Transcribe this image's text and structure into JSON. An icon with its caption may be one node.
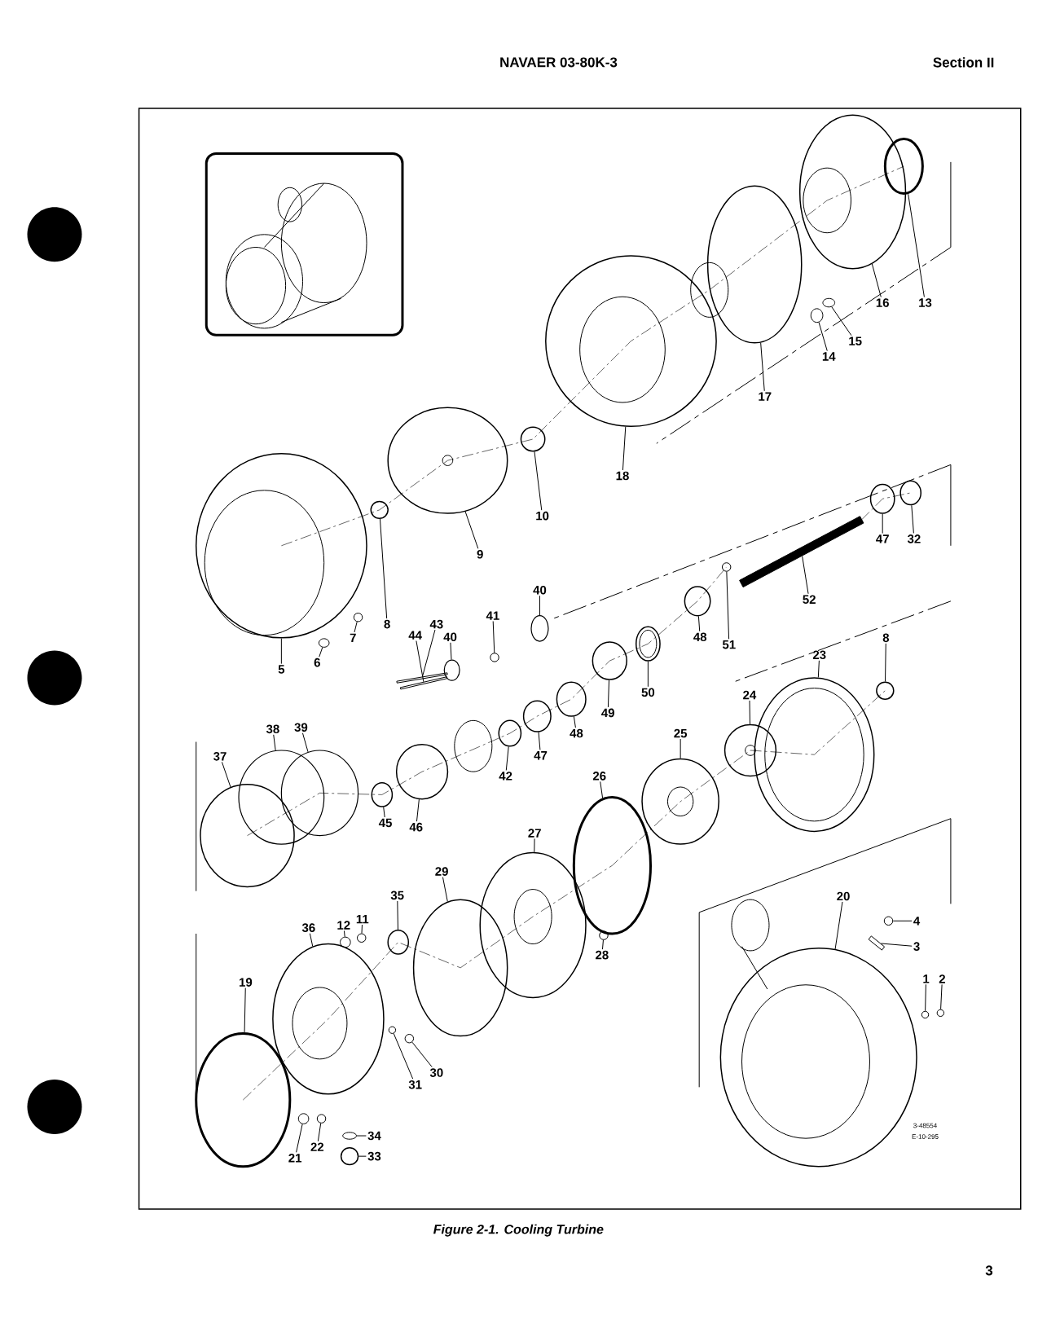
{
  "diagram": {
    "caption": "Figure 2-1. Cooling Turbine",
    "nodes": [
      {
        "text": [
          "13"
        ]
      },
      {
        "text": [
          "16"
        ]
      },
      {
        "text": [
          "15"
        ]
      },
      {
        "text": [
          "14"
        ]
      },
      {
        "text": [
          "17"
        ]
      },
      {
        "text": [
          "18"
        ]
      },
      {
        "text": [
          "10"
        ]
      },
      {
        "text": [
          "9"
        ]
      },
      {
        "text": [
          "8"
        ]
      },
      {
        "text": [
          "7"
        ]
      },
      {
        "text": [
          "6"
        ]
      },
      {
        "text": [
          "5"
        ]
      },
      {
        "text": [
          "32"
        ]
      },
      {
        "text": [
          "47"
        ]
      },
      {
        "text": [
          "52"
        ]
      },
      {
        "text": [
          "40"
        ]
      },
      {
        "text": [
          "41"
        ]
      },
      {
        "text": [
          "51"
        ]
      },
      {
        "text": [
          "40"
        ]
      },
      {
        "text": [
          "43"
        ]
      },
      {
        "text": [
          "44"
        ]
      },
      {
        "text": [
          "48"
        ]
      },
      {
        "text": [
          "50"
        ]
      },
      {
        "text": [
          "49"
        ]
      },
      {
        "text": [
          "48"
        ]
      },
      {
        "text": [
          "47"
        ]
      },
      {
        "text": [
          "42"
        ]
      },
      {
        "text": [
          "39"
        ]
      },
      {
        "text": [
          "38"
        ]
      },
      {
        "text": [
          "37"
        ]
      },
      {
        "text": [
          "45"
        ]
      },
      {
        "text": [
          "46"
        ]
      },
      {
        "text": [
          "23"
        ]
      },
      {
        "text": [
          "8"
        ]
      },
      {
        "text": [
          "24"
        ]
      },
      {
        "text": [
          "25"
        ]
      },
      {
        "text": [
          "26"
        ]
      },
      {
        "text": [
          "27"
        ]
      },
      {
        "text": [
          "29"
        ]
      },
      {
        "text": [
          "35"
        ]
      },
      {
        "text": [
          "12"
        ]
      },
      {
        "text": [
          "11"
        ]
      },
      {
        "text": [
          "36"
        ]
      },
      {
        "text": [
          "20"
        ]
      },
      {
        "text": [
          "4"
        ]
      },
      {
        "text": [
          "3"
        ]
      },
      {
        "text": [
          "19"
        ]
      },
      {
        "text": [
          "1"
        ]
      },
      {
        "text": [
          "2"
        ]
      },
      {
        "text": [
          "28"
        ]
      },
      {
        "text": [
          "30"
        ]
      },
      {
        "text": [
          "31"
        ]
      },
      {
        "text": [
          "21"
        ]
      },
      {
        "text": [
          "22"
        ]
      },
      {
        "text": [
          "34"
        ]
      },
      {
        "text": [
          "33"
        ]
      },
      {
        "text": [],
        "shape": "circle"
      },
      {
        "text": [],
        "shape": "circle"
      },
      {
        "text": [],
        "shape": "circle"
      },
      {
        "text": [],
        "shape": "circle"
      },
      {
        "text": [],
        "shape": "circle"
      },
      {
        "text": [],
        "shape": "circle"
      },
      {
        "text": [],
        "shape": "circle"
      },
      {
        "text": [],
        "shape": "circle"
      },
      {
        "text": [],
        "shape": "circle"
      },
      {
        "text": [],
        "shape": "circle"
      },
      {
        "text": [],
        "shape": "circle"
      },
      {
        "text": [],
        "shape": "circle"
      },
      {
        "text": [],
        "shape": "circle"
      },
      {
        "text": [],
        "shape": "circle"
      },
      {
        "text": [],
        "shape": "bar"
      },
      {
        "text": [],
        "shape": "circle"
      },
      {
        "text": [],
        "shape": "circle"
      },
      {
        "text": [],
        "shape": "circle"
      },
      {
        "text": [],
        "shape": "circle"
      },
      {
        "text": [],
        "shape": "bar"
      },
      {
        "text": [],
        "shape": "bar"
      },
      {
        "text": [],
        "shape": "circle"
      },
      {
        "text": [],
        "shape": "circle"
      },
      {
        "text": [],
        "shape": "circle"
      },
      {
        "text": [],
        "shape": "circle"
      },
      {
        "text": [],
        "shape": "circle"
      },
      {
        "text": [],
        "shape": "circle"
      },
      {
        "text": [],
        "shape": "circle"
      },
      {
        "text": [],
        "shape": "circle"
      },
      {
        "text": [],
        "shape": "circle"
      },
      {
        "text": [],
        "shape": "circle"
      },
      {
        "text": [],
        "shape": "circle"
      },
      {
        "text": [],
        "shape": "circle"
      },
      {
        "text": [],
        "shape": "circle"
      },
      {
        "text": [],
        "shape": "circle"
      },
      {
        "text": [],
        "shape": "circle"
      },
      {
        "text": [],
        "shape": "circle"
      },
      {
        "text": [],
        "shape": "circle"
      },
      {
        "text": [],
        "shape": "circle"
      },
      {
        "text": [],
        "shape": "circle"
      },
      {
        "text": [],
        "shape": "circle"
      },
      {
        "text": [],
        "shape": "circle"
      },
      {
        "text": [],
        "shape": "circle"
      },
      {
        "text": [],
        "shape": "circle"
      },
      {
        "text": [],
        "shape": "circle"
      },
      {
        "text": [],
        "shape": "bar"
      },
      {
        "text": [],
        "shape": "circle"
      },
      {
        "text": [],
        "shape": "circle"
      },
      {
        "text": [],
        "shape": "circle"
      },
      {
        "text": [],
        "shape": "circle"
      },
      {
        "text": [],
        "shape": "circle"
      },
      {
        "text": [],
        "shape": "circle"
      },
      {
        "text": [],
        "shape": "circle"
      },
      {
        "text": [],
        "shape": "circle"
      },
      {
        "text": [],
        "shape": "circle"
      },
      {
        "text": [],
        "shape": "circle"
      }
    ],
    "edges": [
      {
        "from": 0,
        "to": 56,
        "arrow": "none"
      },
      {
        "from": 1,
        "to": 57,
        "arrow": "none"
      },
      {
        "from": 2,
        "to": 58,
        "arrow": "none"
      },
      {
        "from": 3,
        "to": 59,
        "arrow": "none"
      },
      {
        "from": 4,
        "to": 60,
        "arrow": "none"
      },
      {
        "from": 5,
        "to": 61,
        "arrow": "none"
      },
      {
        "from": 6,
        "to": 62,
        "arrow": "none"
      },
      {
        "from": 7,
        "to": 63,
        "arrow": "none"
      },
      {
        "from": 8,
        "to": 64,
        "arrow": "none"
      },
      {
        "from": 9,
        "to": 65,
        "arrow": "none"
      },
      {
        "from": 10,
        "to": 66,
        "arrow": "none"
      },
      {
        "from": 11,
        "to": 67,
        "arrow": "none"
      },
      {
        "from": 12,
        "to": 68,
        "arrow": "none"
      },
      {
        "from": 13,
        "to": 69,
        "arrow": "none"
      },
      {
        "from": 14,
        "to": 70,
        "arrow": "none"
      },
      {
        "from": 15,
        "to": 71,
        "arrow": "none"
      },
      {
        "from": 16,
        "to": 72,
        "arrow": "none"
      },
      {
        "from": 17,
        "to": 73,
        "arrow": "none"
      },
      {
        "from": 18,
        "to": 74,
        "arrow": "none"
      },
      {
        "from": 19,
        "to": 75,
        "arrow": "none"
      },
      {
        "from": 20,
        "to": 76,
        "arrow": "none"
      },
      {
        "from": 21,
        "to": 77,
        "arrow": "none"
      },
      {
        "from": 22,
        "to": 78,
        "arrow": "none"
      },
      {
        "from": 23,
        "to": 79,
        "arrow": "none"
      },
      {
        "from": 24,
        "to": 80,
        "arrow": "none"
      },
      {
        "from": 25,
        "to": 81,
        "arrow": "none"
      },
      {
        "from": 26,
        "to": 82,
        "arrow": "none"
      },
      {
        "from": 27,
        "to": 83,
        "arrow": "none"
      },
      {
        "from": 28,
        "to": 84,
        "arrow": "none"
      },
      {
        "from": 29,
        "to": 85,
        "arrow": "none"
      },
      {
        "from": 30,
        "to": 86,
        "arrow": "none"
      },
      {
        "from": 31,
        "to": 87,
        "arrow": "none"
      },
      {
        "from": 32,
        "to": 88,
        "arrow": "none"
      },
      {
        "from": 33,
        "to": 89,
        "arrow": "none"
      },
      {
        "from": 34,
        "to": 90,
        "arrow": "none"
      },
      {
        "from": 35,
        "to": 91,
        "arrow": "none"
      },
      {
        "from": 36,
        "to": 92,
        "arrow": "none"
      },
      {
        "from": 37,
        "to": 93,
        "arrow": "none"
      },
      {
        "from": 38,
        "to": 94,
        "arrow": "none"
      },
      {
        "from": 39,
        "to": 95,
        "arrow": "none"
      },
      {
        "from": 40,
        "to": 96,
        "arrow": "none"
      },
      {
        "from": 41,
        "to": 97,
        "arrow": "none"
      },
      {
        "from": 42,
        "to": 98,
        "arrow": "none"
      },
      {
        "from": 43,
        "to": 99,
        "arrow": "none"
      },
      {
        "from": 44,
        "to": 100,
        "arrow": "none"
      },
      {
        "from": 45,
        "to": 101,
        "arrow": "none"
      },
      {
        "from": 46,
        "to": 102,
        "arrow": "none"
      },
      {
        "from": 47,
        "to": 103,
        "arrow": "none"
      },
      {
        "from": 48,
        "to": 104,
        "arrow": "none"
      },
      {
        "from": 49,
        "to": 105,
        "arrow": "none"
      },
      {
        "from": 50,
        "to": 106,
        "arrow": "none"
      },
      {
        "from": 51,
        "to": 107,
        "arrow": "none"
      },
      {
        "from": 52,
        "to": 108,
        "arrow": "none"
      },
      {
        "from": 53,
        "to": 109,
        "arrow": "none"
      },
      {
        "from": 54,
        "to": 110,
        "arrow": "none"
      },
      {
        "from": 55,
        "to": 111,
        "arrow": "none"
      }
    ],
    "labels": [
      "NAVAER 03-80K-3",
      "Section II",
      "3-48554",
      "E-10-295",
      "3"
    ]
  }
}
